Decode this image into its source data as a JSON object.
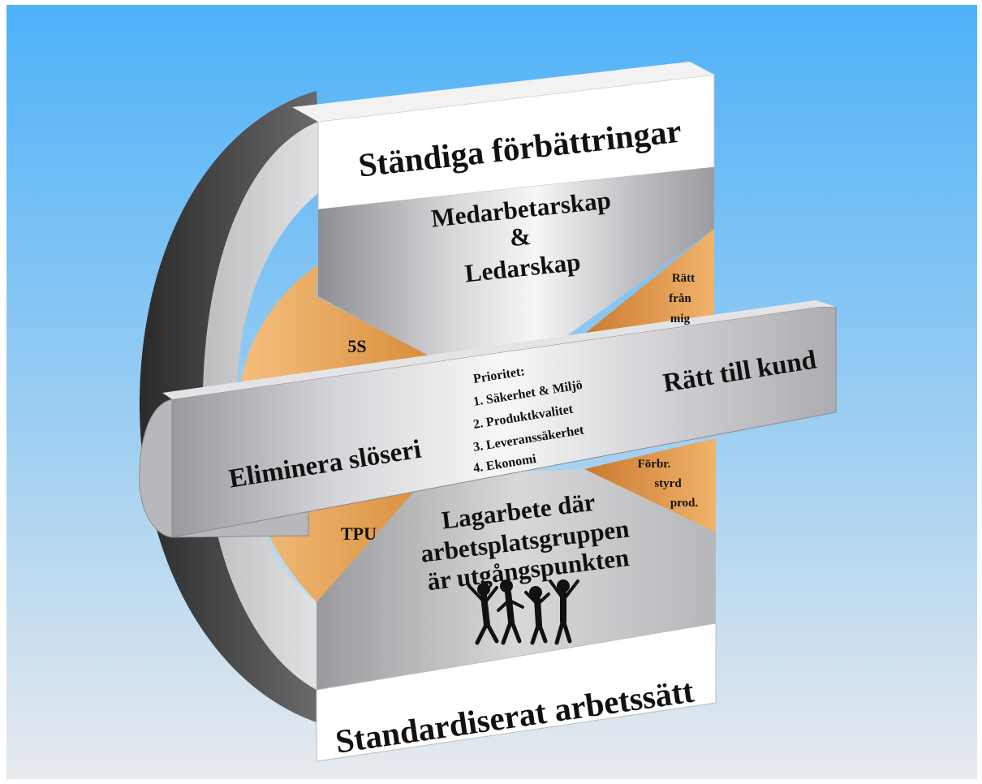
{
  "bands": {
    "top": "Ständiga förbättringar",
    "bottom": "Standardiserat arbetssätt"
  },
  "pillars": {
    "top": [
      "Medarbetarskap",
      "&",
      "Ledarskap"
    ],
    "bottom": [
      "Lagarbete där",
      "arbetsplatsgruppen",
      "är utgångspunkten"
    ]
  },
  "bar": {
    "left": "Eliminera slöseri",
    "right": "Rätt till kund"
  },
  "segments": {
    "upper_left": "5S",
    "lower_left": "TPU",
    "upper_right": [
      "Rätt",
      "från",
      "mig"
    ],
    "lower_right": [
      "Förbr.",
      "styrd",
      "prod."
    ]
  },
  "priority": {
    "heading": "Prioritet:",
    "items": [
      "1. Säkerhet & Miljö",
      "2. Produktkvalitet",
      "3. Leveranssäkerhet",
      "4. Ekonomi"
    ]
  },
  "icons": {
    "team": "dancing-team-icon"
  },
  "colors": {
    "sky_top": "#5BB7F7",
    "sky_bottom": "#E6E9EC",
    "orange": "#E8A758",
    "metal": "#C8C8CC",
    "dark_rim": "#3A3A3A"
  }
}
